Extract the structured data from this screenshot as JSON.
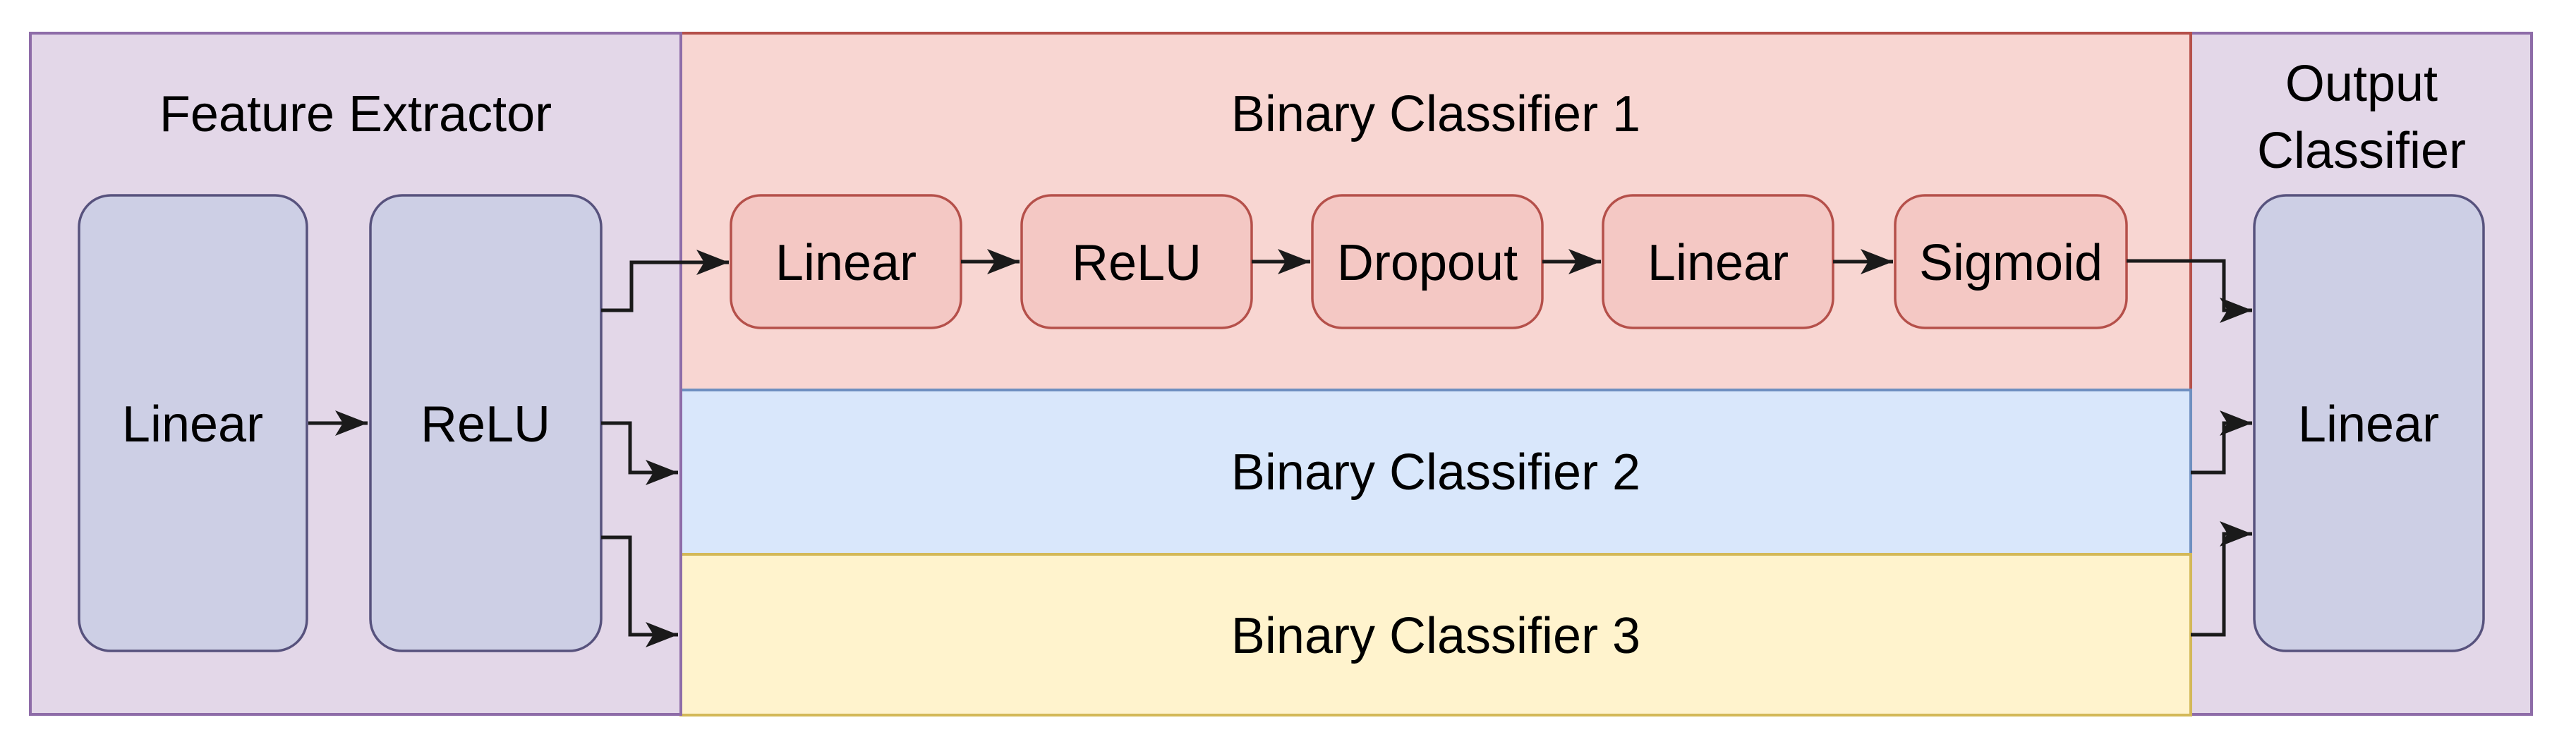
{
  "groups": {
    "feature_extractor": {
      "title": "Feature Extractor",
      "layers": [
        "Linear",
        "ReLU"
      ]
    },
    "binary_classifier_1": {
      "title": "Binary Classifier 1",
      "layers": [
        "Linear",
        "ReLU",
        "Dropout",
        "Linear",
        "Sigmoid"
      ]
    },
    "binary_classifier_2": {
      "title": "Binary Classifier 2"
    },
    "binary_classifier_3": {
      "title": "Binary Classifier 3"
    },
    "output_classifier": {
      "title_line_1": "Output",
      "title_line_2": "Classifier",
      "layers": [
        "Linear"
      ]
    }
  },
  "colors": {
    "purple_fill": "#e3d7e8",
    "purple_stroke": "#8e6ca8",
    "lavender_fill": "#cdcfe5",
    "lavender_stroke": "#57527d",
    "red_container_fill": "#f8d6d2",
    "pink_box_fill": "#f4c8c4",
    "red_stroke": "#b5504a",
    "blue_fill": "#d9e7fb",
    "blue_stroke": "#6e8fc0",
    "yellow_fill": "#fff3cd",
    "yellow_stroke": "#d3b858",
    "line_color": "#1a1a1a",
    "text_color": "#000000"
  }
}
